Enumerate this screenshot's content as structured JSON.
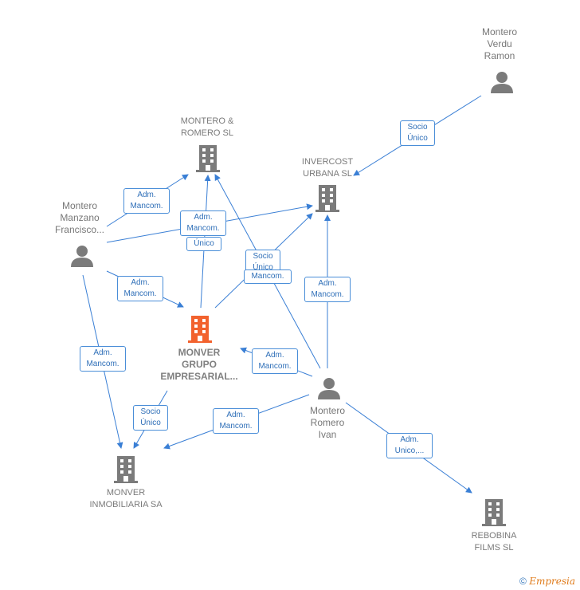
{
  "nodes": {
    "montero_verdu_ramon": {
      "label": "Montero\nVerdu\nRamon",
      "kind": "person"
    },
    "montero_romero_sl": {
      "label": "MONTERO &\nROMERO SL",
      "kind": "company"
    },
    "invercost_urbana": {
      "label": "INVERCOST\nURBANA SL",
      "kind": "company"
    },
    "montero_manzano": {
      "label": "Montero\nManzano\nFrancisco...",
      "kind": "person"
    },
    "monver_grupo": {
      "label": "MONVER\nGRUPO\nEMPRESARIAL...",
      "kind": "focus"
    },
    "montero_romero_ivan": {
      "label": "Montero\nRomero\nIvan",
      "kind": "person"
    },
    "monver_inmobiliaria": {
      "label": "MONVER\nINMOBILIARIA SA",
      "kind": "company"
    },
    "rebobina_films": {
      "label": "REBOBINA\nFILMS SL",
      "kind": "company"
    }
  },
  "edges": [
    {
      "label": "Socio\nÚnico"
    },
    {
      "label": "Adm.\nMancom."
    },
    {
      "label": "Adm.\nMancom."
    },
    {
      "label": "Adm.\nMancom."
    },
    {
      "label": "Adm.\nMancom."
    },
    {
      "label": "Único"
    },
    {
      "label": "Socio\nÚnico"
    },
    {
      "label": "Adm.\nMancom."
    },
    {
      "label": "Mancom."
    },
    {
      "label": "Adm.\nMancom."
    },
    {
      "label": "Socio\nÚnico"
    },
    {
      "label": "Adm.\nMancom."
    },
    {
      "label": "Adm.\nUnico,..."
    }
  ],
  "colors": {
    "edge": "#3a7fd5",
    "icon": "#7b7b7b",
    "focus_icon": "#f2622e"
  },
  "footer": {
    "copyright": "©",
    "brand": "Empresia"
  }
}
